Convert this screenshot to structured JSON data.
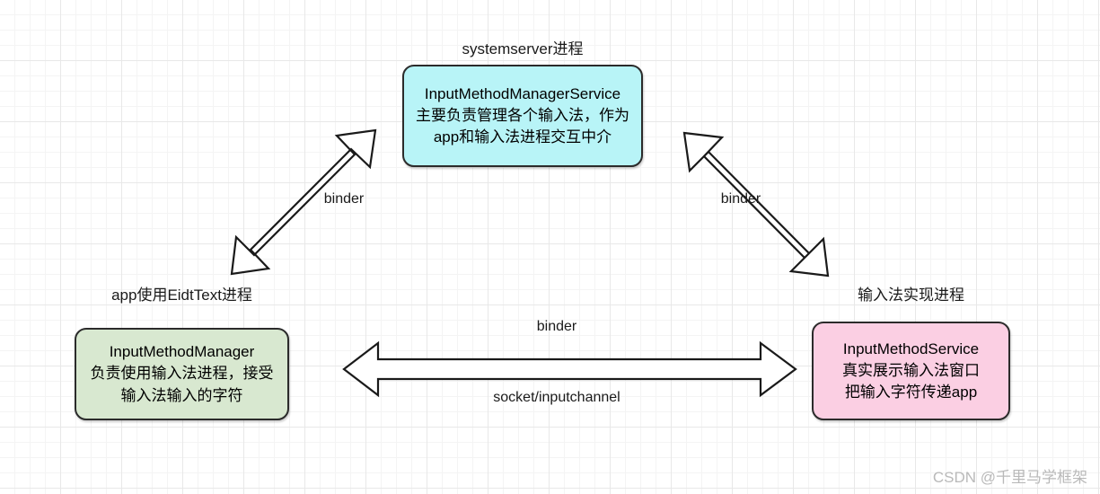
{
  "diagram": {
    "background": {
      "grid_minor_color": "#f4f4f4",
      "grid_major_color": "#e8e8e8",
      "canvas_color": "#ffffff"
    },
    "nodes": [
      {
        "id": "ims-manager-service",
        "title": "systemserver进程",
        "lines": [
          "InputMethodManagerService",
          "主要负责管理各个输入法，作为",
          "app和输入法进程交互中介"
        ],
        "fill": "#b8f4f7",
        "border": "#2b2b2b"
      },
      {
        "id": "input-method-manager",
        "title": "app使用EidtText进程",
        "lines": [
          "InputMethodManager",
          "负责使用输入法进程，接受",
          "输入法输入的字符"
        ],
        "fill": "#d8e8d0",
        "border": "#2b2b2b"
      },
      {
        "id": "input-method-service",
        "title": "输入法实现进程",
        "lines": [
          "InputMethodService",
          "真实展示输入法窗口",
          "把输入字符传递app"
        ],
        "fill": "#fbcfe3",
        "border": "#2b2b2b"
      }
    ],
    "edges": [
      {
        "id": "edge-left",
        "label": "binder"
      },
      {
        "id": "edge-right",
        "label": "binder"
      },
      {
        "id": "edge-bottom",
        "label_top": "binder",
        "label_bottom": "socket/inputchannel"
      }
    ],
    "watermark": "CSDN @千里马学框架"
  }
}
